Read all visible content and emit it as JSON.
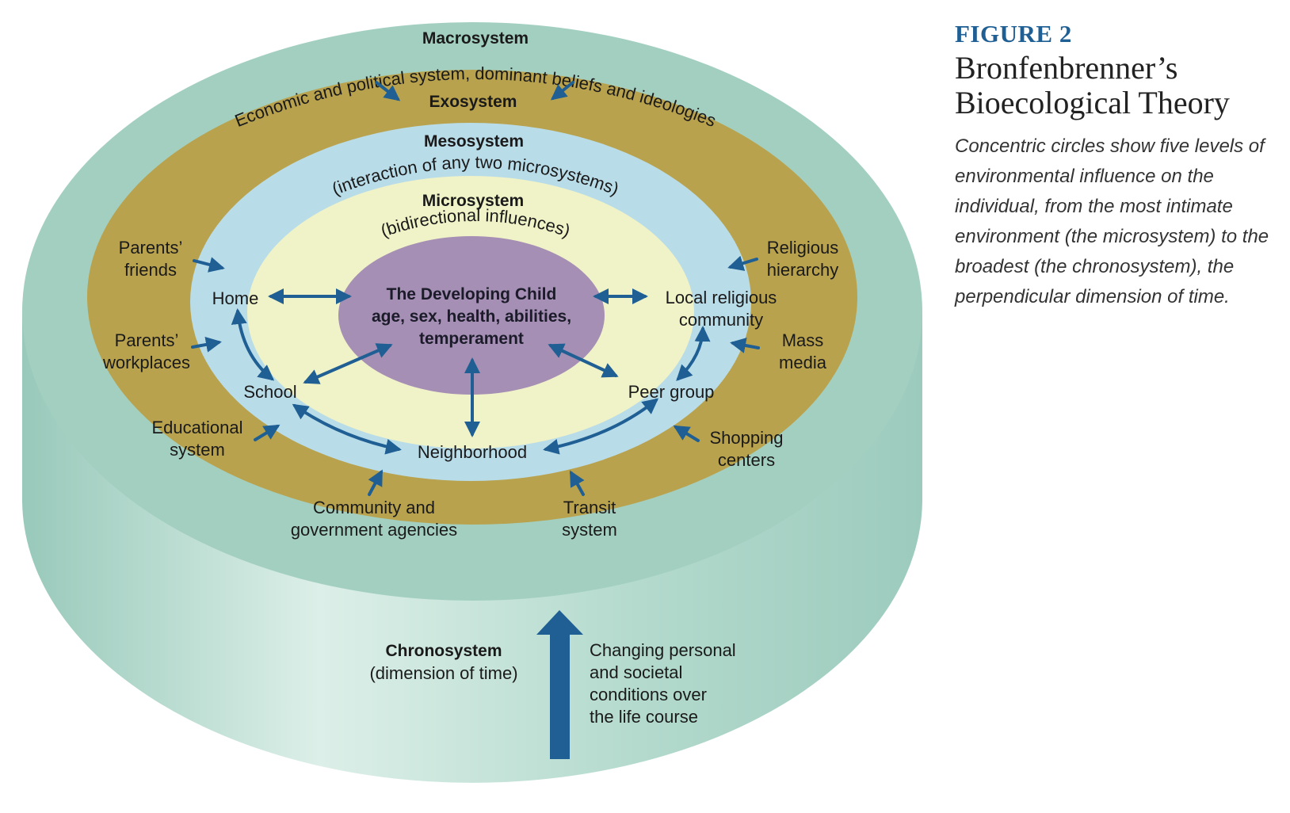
{
  "figure": {
    "label": "FIGURE 2",
    "title_line1": "Bronfenbrenner’s",
    "title_line2": "Bioecological Theory",
    "caption": "Concentric circles show five levels of environmental influence on the individual, from the most intimate environment (the microsystem) to the broadest (the chronosystem), the perpendicular dimension of time."
  },
  "macrosystem": {
    "title": "Macrosystem",
    "description": "Economic and political system, dominant beliefs and ideologies"
  },
  "exosystem": {
    "title": "Exosystem",
    "items": {
      "parents_friends_1": "Parents’",
      "parents_friends_2": "friends",
      "parents_workplaces_1": "Parents’",
      "parents_workplaces_2": "workplaces",
      "educational_system_1": "Educational",
      "educational_system_2": "system",
      "community_agencies_1": "Community and",
      "community_agencies_2": "government agencies",
      "transit_system_1": "Transit",
      "transit_system_2": "system",
      "shopping_centers_1": "Shopping",
      "shopping_centers_2": "centers",
      "mass_media_1": "Mass",
      "mass_media_2": "media",
      "religious_hierarchy_1": "Religious",
      "religious_hierarchy_2": "hierarchy"
    }
  },
  "mesosystem": {
    "title": "Mesosystem",
    "description": "(interaction of any two microsystems)"
  },
  "microsystem": {
    "title": "Microsystem",
    "description": "(bidirectional influences)",
    "items": {
      "home": "Home",
      "school": "School",
      "neighborhood": "Neighborhood",
      "peer_group": "Peer group",
      "religious_community_1": "Local religious",
      "religious_community_2": "community"
    }
  },
  "child": {
    "line1": "The Developing Child",
    "line2": "age, sex, health, abilities,",
    "line3": "temperament"
  },
  "chronosystem": {
    "title": "Chronosystem",
    "subtitle": "(dimension of time)",
    "desc1": "Changing personal",
    "desc2": "and societal",
    "desc3": "conditions over",
    "desc4": "the life course"
  },
  "colors": {
    "cylinder": "#a3cfc1",
    "exosystem": "#b9a24d",
    "mesosystem": "#b9dce9",
    "microsystem": "#f0f2c7",
    "child": "#a58fb4",
    "arrow": "#1f5f94",
    "figure_label": "#1f5f94"
  }
}
